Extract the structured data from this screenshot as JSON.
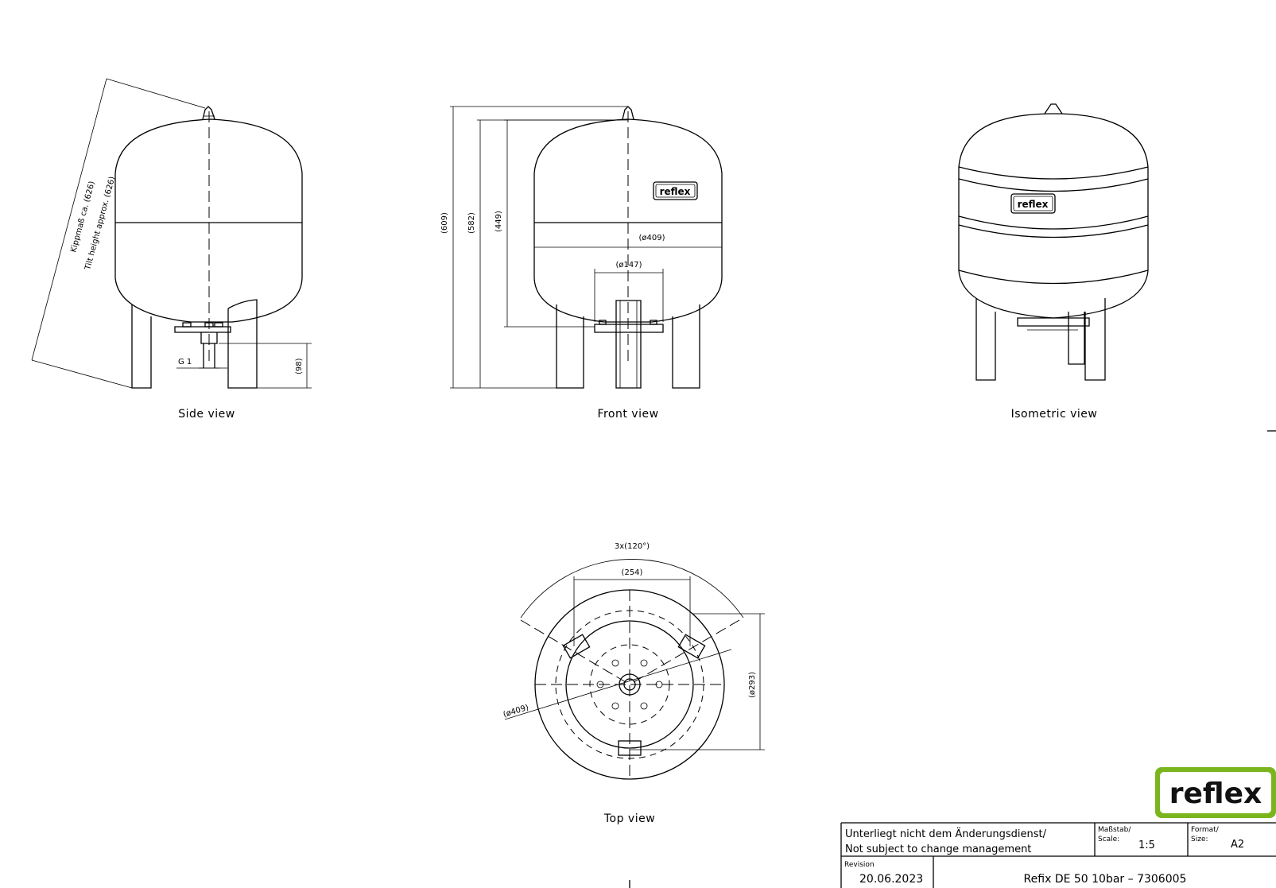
{
  "views": {
    "side": {
      "caption": "Side view"
    },
    "front": {
      "caption": "Front view"
    },
    "isometric": {
      "caption": "Isometric view"
    },
    "top": {
      "caption": "Top view"
    }
  },
  "dimensions": {
    "tilt_de": "Kippmaß ca. (626)",
    "tilt_en": "Tilt height approx. (626)",
    "thread": "G 1",
    "foot_height": "(98)",
    "total_height": "(609)",
    "height_582": "(582)",
    "height_449": "(449)",
    "diameter_409": "(ø409)",
    "diameter_147": "(ø147)",
    "angle": "3x(120°)",
    "distance_254": "(254)",
    "top_diameter_409": "(ø409)",
    "top_diameter_293": "(ø293)"
  },
  "labels": {
    "tank_logo": "reflex"
  },
  "title_block": {
    "notice_de": "Unterliegt nicht dem Änderungsdienst/",
    "notice_en": "Not subject to change management",
    "scale_label_de": "Maßstab/",
    "scale_label_en": "Scale:",
    "scale_value": "1:5",
    "format_label_de": "Format/",
    "format_label_en": "Size:",
    "format_value": "A2",
    "revision_label": "Revision",
    "revision_date": "20.06.2023",
    "product": "Refix DE 50 10bar – 7306005"
  },
  "brand": {
    "name": "reflex",
    "color": "#7ab51d"
  }
}
